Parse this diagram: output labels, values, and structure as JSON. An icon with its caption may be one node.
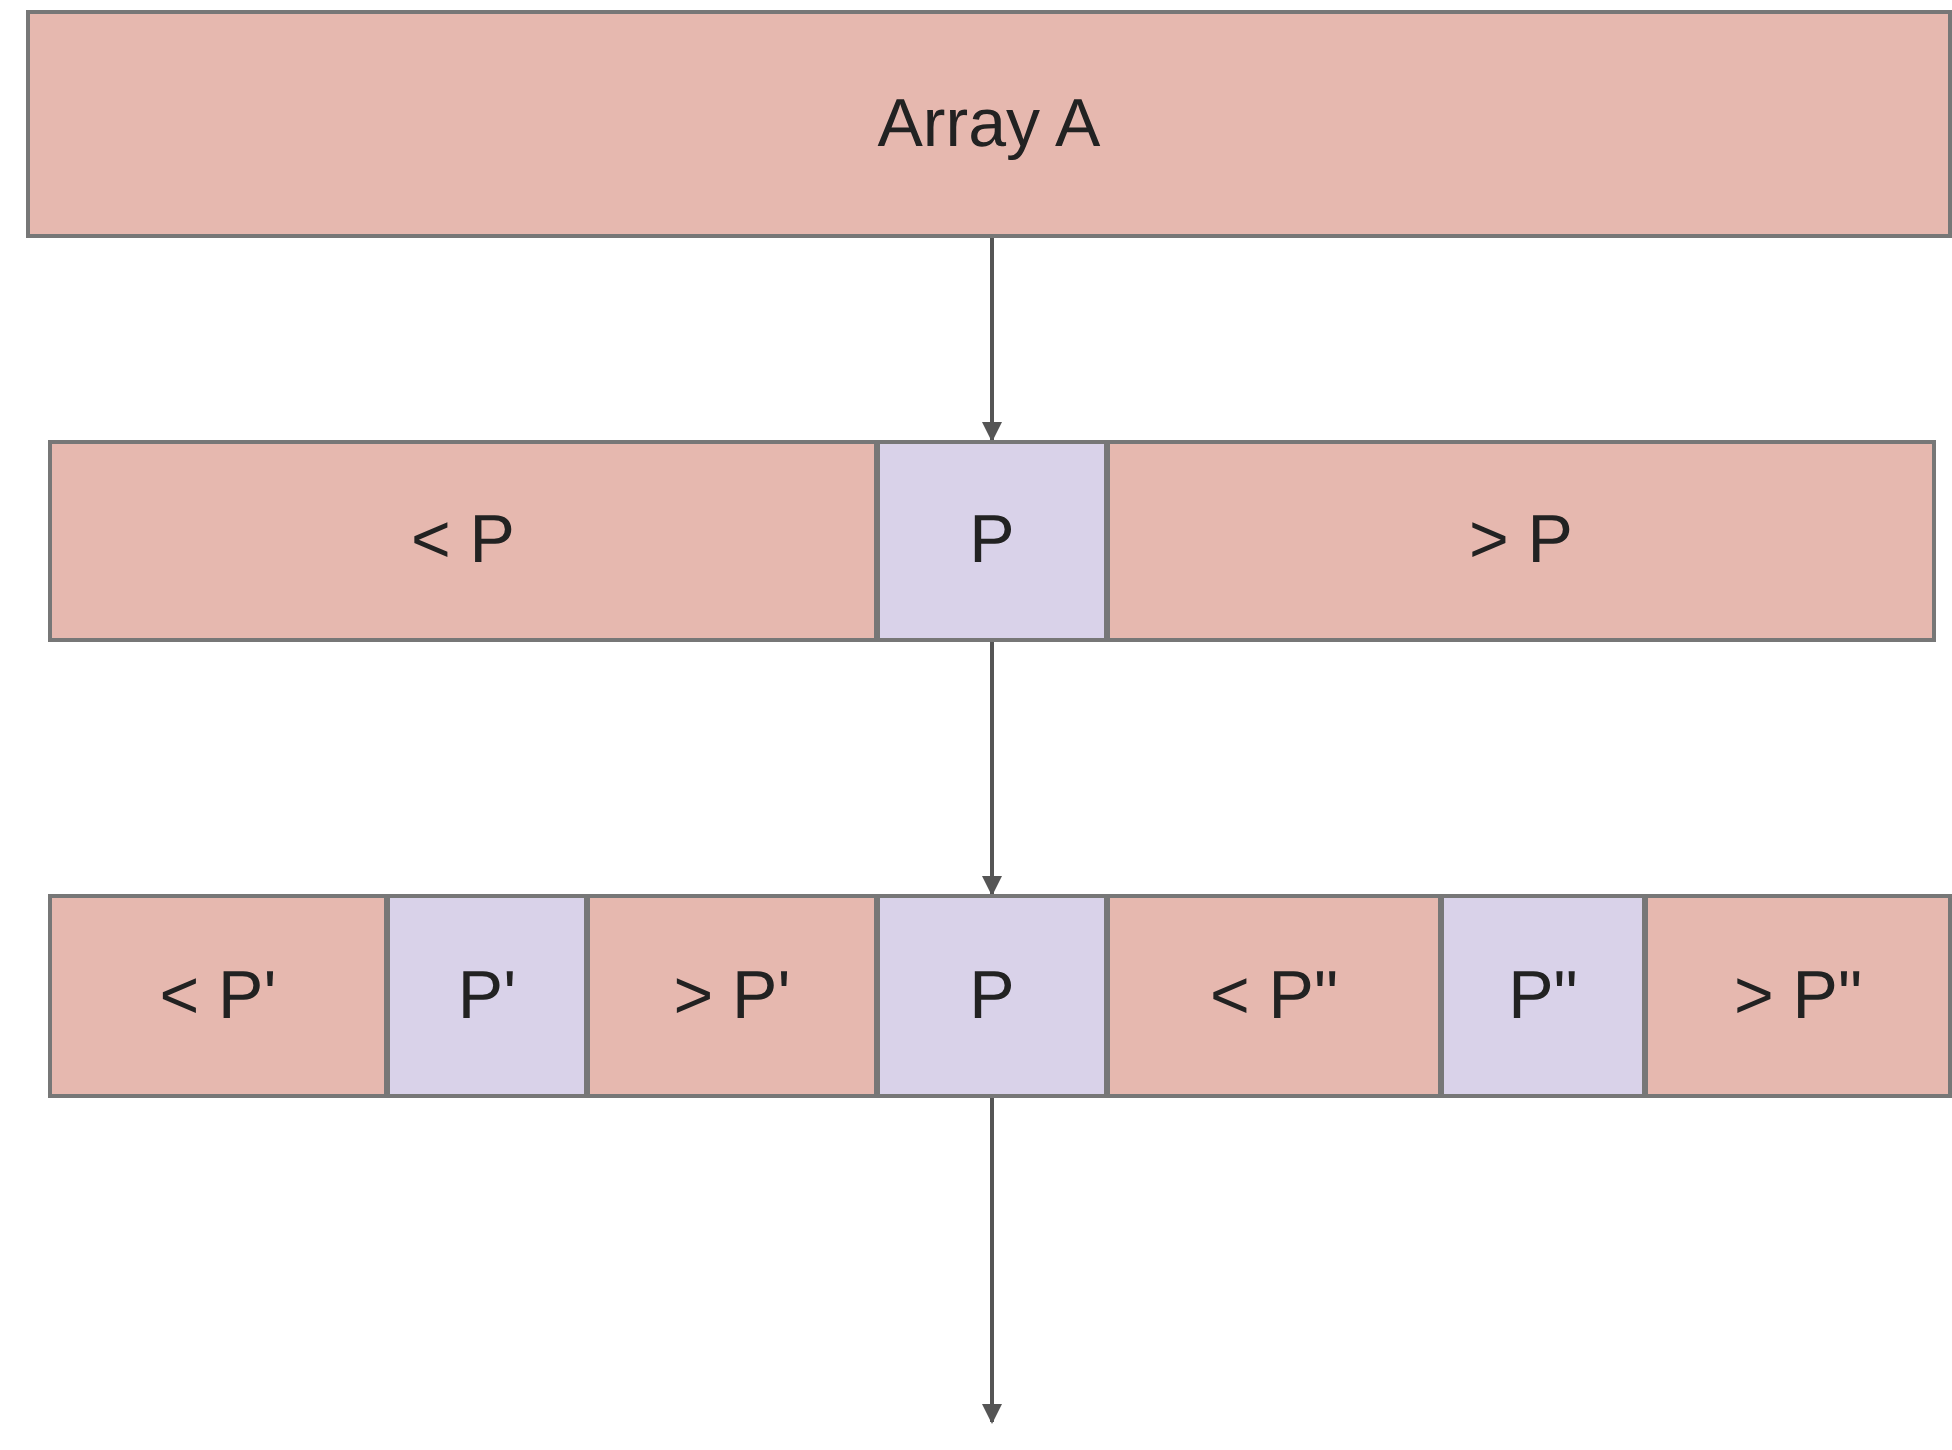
{
  "diagram": {
    "nodes": [
      {
        "text": [
          "Array A"
        ]
      },
      {
        "text": [
          "< P"
        ]
      },
      {
        "text": [
          "P"
        ]
      },
      {
        "text": [
          "> P"
        ]
      },
      {
        "text": [
          "< P'"
        ]
      },
      {
        "text": [
          "P'"
        ]
      },
      {
        "text": [
          "> P'"
        ]
      },
      {
        "text": [
          "P"
        ]
      },
      {
        "text": [
          "< P\""
        ]
      },
      {
        "text": [
          "P\""
        ]
      },
      {
        "text": [
          "> P\""
        ]
      }
    ],
    "edges": [
      {
        "from": 0,
        "to": 2,
        "arrow": "to"
      },
      {
        "from": 2,
        "to": 7,
        "arrow": "to"
      },
      {
        "from": 7,
        "to": null,
        "arrow": "to"
      }
    ]
  }
}
